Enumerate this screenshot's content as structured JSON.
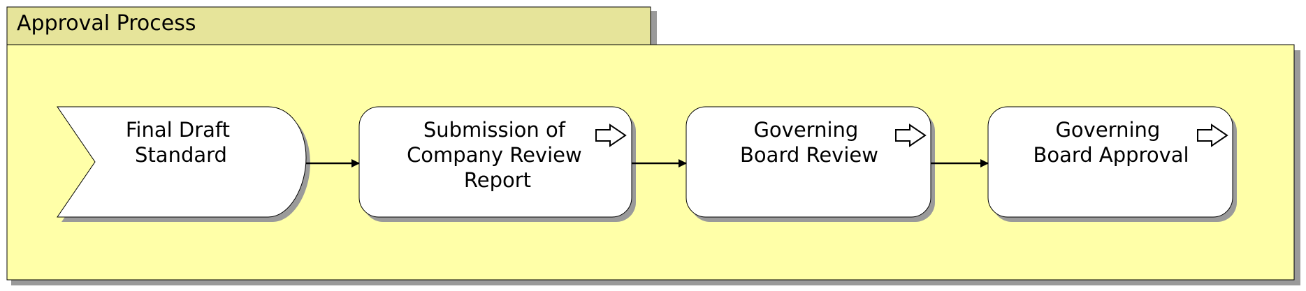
{
  "diagram": {
    "title": "Approval Process",
    "colors": {
      "pool_fill": "#ffffa8",
      "tab_fill": "#e6e49a",
      "shadow": "#9a9a9a",
      "node_fill": "#ffffff",
      "stroke": "#000000"
    },
    "nodes": [
      {
        "id": "start",
        "shape": "chevron-start",
        "lines": [
          "Final Draft",
          "Standard"
        ]
      },
      {
        "id": "step1",
        "shape": "rounded",
        "lines": [
          "Submission of",
          "Company Review",
          "Report"
        ],
        "icon": "arrow-right-outline-icon"
      },
      {
        "id": "step2",
        "shape": "rounded",
        "lines": [
          "Governing",
          "Board Review"
        ],
        "icon": "arrow-right-outline-icon"
      },
      {
        "id": "step3",
        "shape": "rounded",
        "lines": [
          "Governing",
          "Board Approval"
        ],
        "icon": "arrow-right-outline-icon"
      }
    ],
    "connectors": [
      {
        "from": "start",
        "to": "step1"
      },
      {
        "from": "step1",
        "to": "step2"
      },
      {
        "from": "step2",
        "to": "step3"
      }
    ]
  }
}
